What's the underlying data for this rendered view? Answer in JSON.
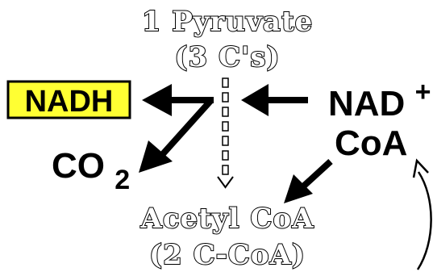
{
  "reactant": {
    "line1": "1 Pyruvate",
    "line2": "(3 C's)"
  },
  "product": {
    "line1": "Acetyl CoA",
    "line2": "(2 C-CoA)"
  },
  "outputs": {
    "nadh": "NADH",
    "co2_base": "CO",
    "co2_sub": "2"
  },
  "inputs": {
    "nad_base": "NAD",
    "nad_sup": "+",
    "coa": "CoA"
  },
  "colors": {
    "nadh_highlight": "#ffff33",
    "ink": "#000000",
    "background": "#ffffff"
  }
}
